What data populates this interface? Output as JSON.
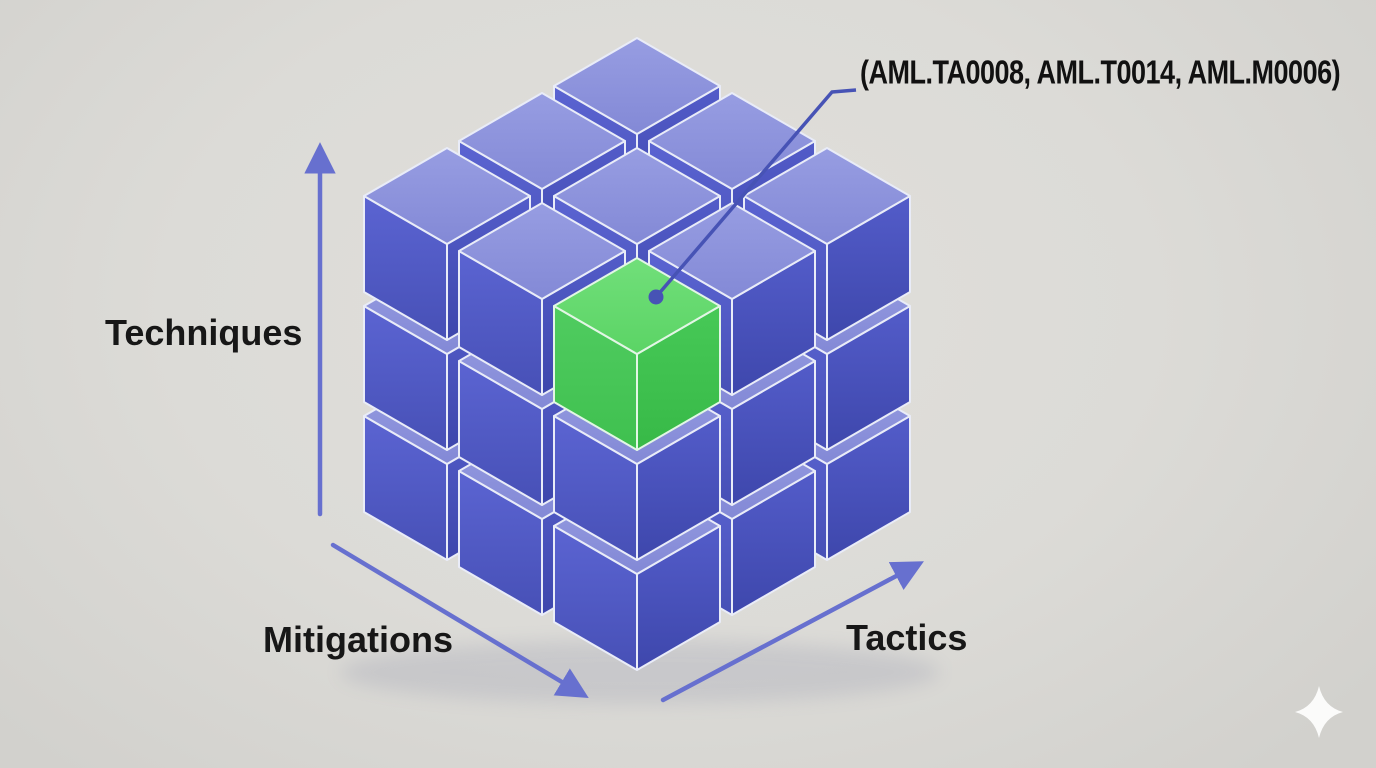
{
  "scene": {
    "background_color": "#dcdbd7",
    "vignette_inner": "#e0dfdb",
    "vignette_outer": "#d2d1cd"
  },
  "axis_labels": {
    "vertical": "Techniques",
    "bottom_left": "Mitigations",
    "bottom_right": "Tactics",
    "text_color": "#171717",
    "arrow_color": "#6770cf"
  },
  "annotation": {
    "text": "(AML.TA0008, AML.T0014, AML.M0006)",
    "text_color": "#111111",
    "leader_color": "#4753b5"
  },
  "cube_diagram": {
    "type": "isometric-cube-grid",
    "grid_size": 3,
    "highlighted_cell": {
      "i": 2,
      "j": 2,
      "k": 2
    },
    "core_shadow_color": "#373e92",
    "floor_shadow_color": "#6b6f93",
    "edge_color_blue": "#e9ecf8",
    "edge_color_green": "#e2f6e5",
    "blue_faces": {
      "top": [
        "#979de2",
        "#8389d6"
      ],
      "left": [
        "#5b64d2",
        "#4750b6"
      ],
      "right": [
        "#535cc9",
        "#3e47ac"
      ]
    },
    "green_faces": {
      "top": [
        "#71df7a",
        "#5bd465"
      ],
      "left": [
        "#50cc60",
        "#3fc04f"
      ],
      "right": [
        "#47c957",
        "#37b947"
      ]
    }
  },
  "watermark": {
    "shape": "four-point-star",
    "color": "#ffffff"
  }
}
